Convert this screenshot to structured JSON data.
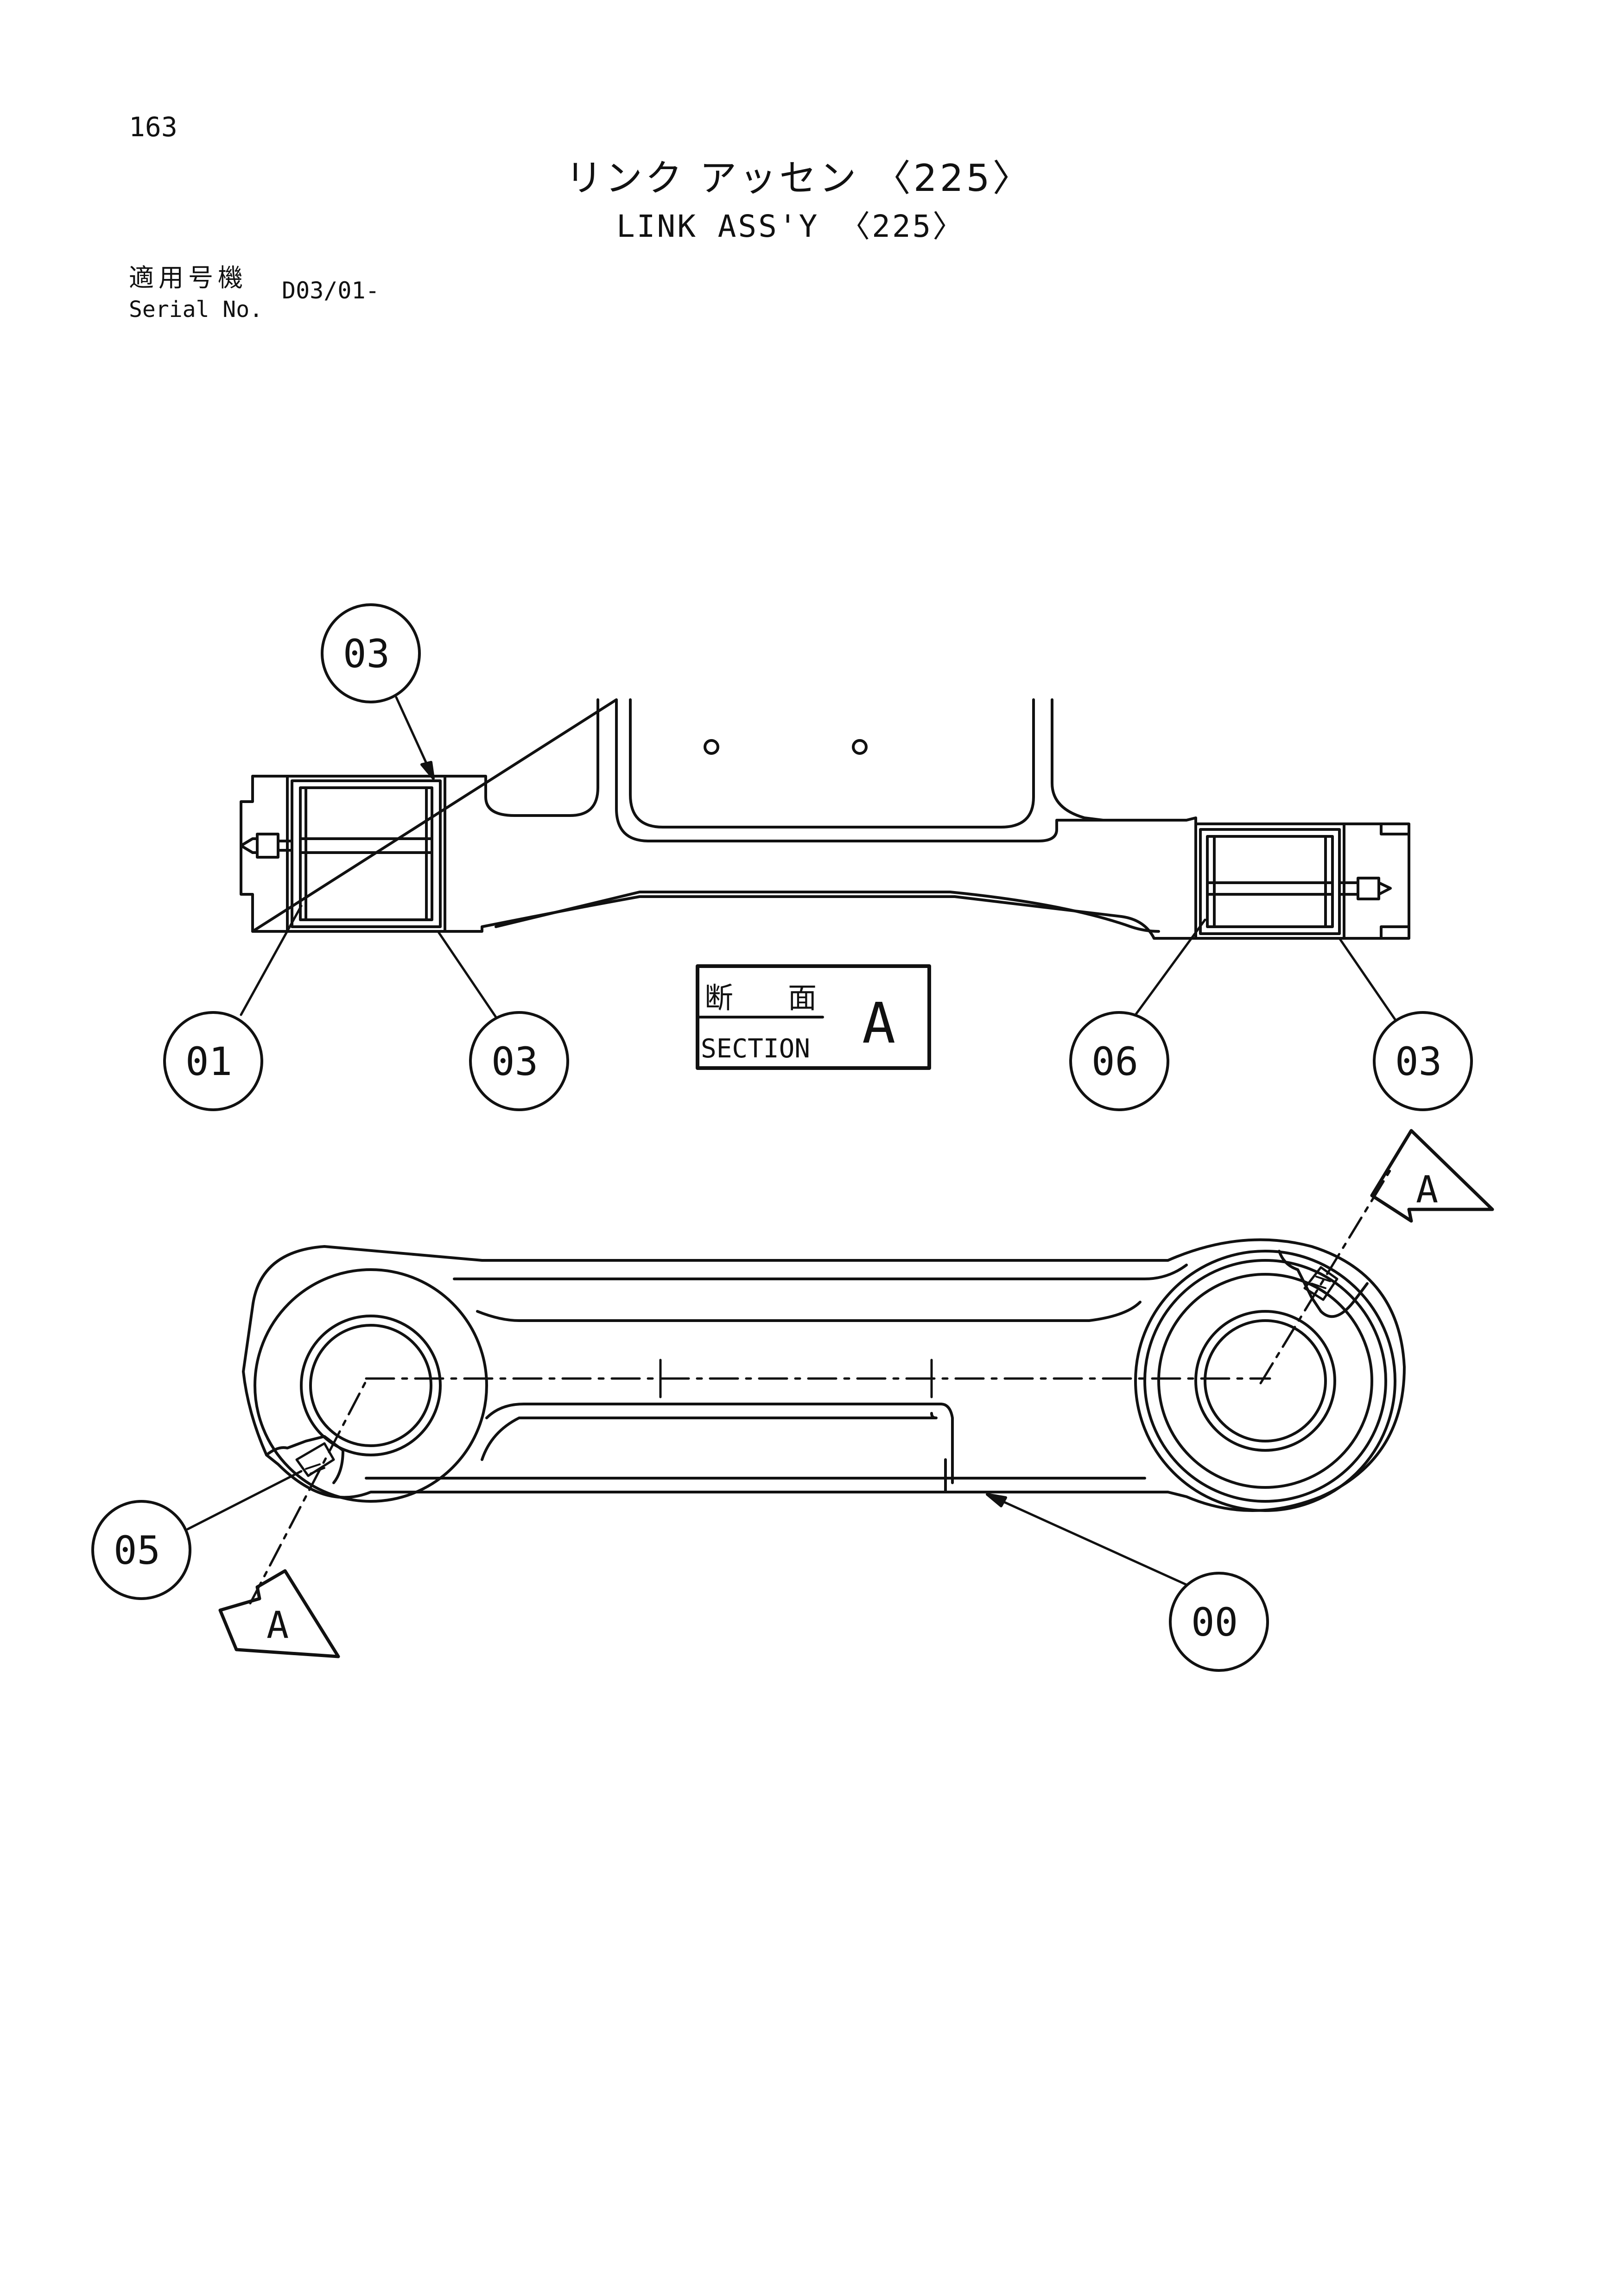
{
  "page_number": "163",
  "title_jp": "リンク アッセン 〈225〉",
  "title_en": "LINK ASS'Y 〈225〉",
  "serial_label_jp": "適用号機",
  "serial_label_en": "Serial No.",
  "serial_value": "D03/01-",
  "section": {
    "label_jp_left": "断",
    "label_jp_right": "面",
    "label_en": "SECTION",
    "letter": "A"
  },
  "section_marker_letter": "A",
  "callouts": {
    "top_left_03": "03",
    "bottom_01": "01",
    "bottom_03": "03",
    "bottom_06": "06",
    "bottom_right_03": "03",
    "lower_05": "05",
    "lower_00": "00"
  }
}
